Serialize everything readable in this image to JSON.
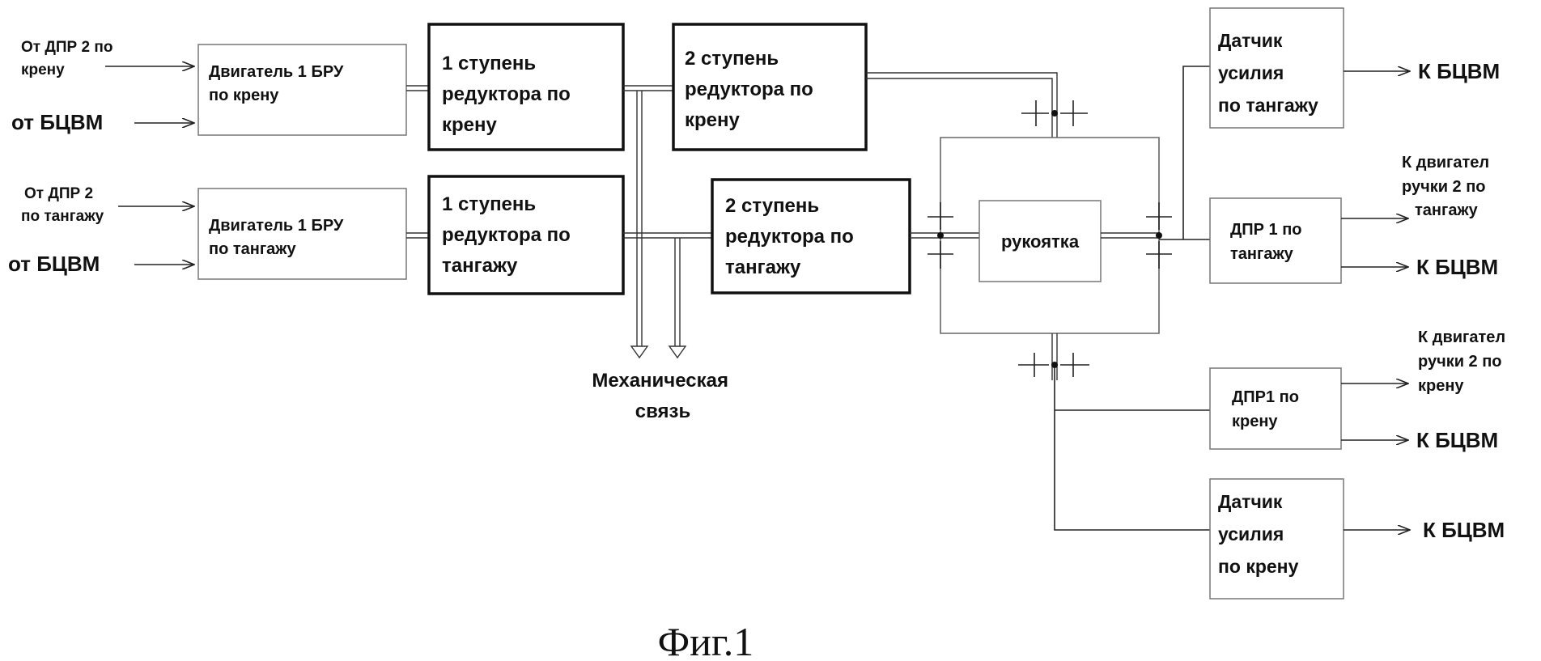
{
  "inputs": {
    "roll_dpr": [
      "От ДПР 2 по",
      "крену"
    ],
    "roll_bcvm": "от БЦВМ",
    "pitch_dpr": [
      "От ДПР 2",
      "по тангажу"
    ],
    "pitch_bcvm": "от БЦВМ"
  },
  "blocks": {
    "motor_roll": [
      "Двигатель 1 БРУ",
      "по крену"
    ],
    "motor_pitch": [
      "Двигатель 1 БРУ",
      "по тангажу"
    ],
    "gear1_roll": [
      "1 ступень",
      "редуктора по",
      "крену"
    ],
    "gear1_pitch": [
      "1 ступень",
      "редуктора по",
      "тангажу"
    ],
    "gear2_roll": [
      "2 ступень",
      "редуктора по",
      "крену"
    ],
    "gear2_pitch": [
      "2 ступень",
      "редуктора по",
      "тангажу"
    ],
    "handle": "рукоятка",
    "force_sensor_pitch": [
      "Датчик",
      "усилия",
      "по тангажу"
    ],
    "dpr1_pitch": [
      "ДПР 1 по",
      "тангажу"
    ],
    "dpr1_roll": [
      "ДПР1 по",
      "крену"
    ],
    "force_sensor_roll": [
      "Датчик",
      "усилия",
      "по крену"
    ]
  },
  "mechanical_link": [
    "Механическая",
    "связь"
  ],
  "outputs": {
    "force_pitch_out": "К БЦВМ",
    "dpr1_pitch_motor": [
      "К двигател",
      "ручки 2 по",
      "тангажу"
    ],
    "dpr1_pitch_bcvm": "К БЦВМ",
    "dpr1_roll_motor": [
      "К двигател",
      "ручки 2 по",
      "крену"
    ],
    "dpr1_roll_bcvm": "К БЦВМ",
    "force_roll_out": "К БЦВМ"
  },
  "caption": "Фиг.1"
}
